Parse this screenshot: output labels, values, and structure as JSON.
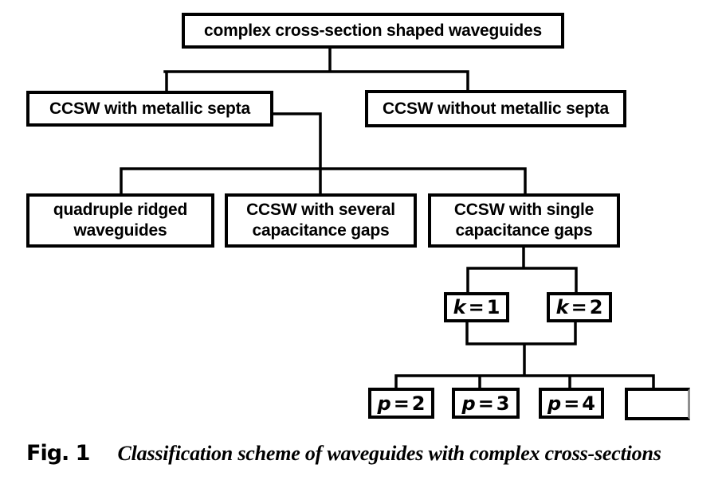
{
  "figure": {
    "title": "Classification scheme of waveguides with complex cross-sections",
    "nodes": {
      "root": "complex cross-section shaped waveguides",
      "with_septa": "CCSW with metallic septa",
      "without_septa": "CCSW without metallic septa",
      "quadruple": "quadruple ridged\nwaveguides",
      "several": "CCSW with several\ncapacitance gaps",
      "single": "CCSW with single\ncapacitance gaps",
      "k1": {
        "variable": "k",
        "equals": "=",
        "value": "1"
      },
      "k2": {
        "variable": "k",
        "equals": "=",
        "value": "2"
      },
      "p2": {
        "variable": "p",
        "equals": "=",
        "value": "2"
      },
      "p3": {
        "variable": "p",
        "equals": "=",
        "value": "3"
      },
      "p4": {
        "variable": "p",
        "equals": "=",
        "value": "4"
      },
      "empty": ""
    },
    "caption": {
      "label": "Fig. 1",
      "text": "Classification scheme of waveguides with complex cross-sections"
    },
    "colors": {
      "line": "#000000",
      "background": "#ffffff",
      "empty_box_right_border": "#8f8f8f"
    }
  }
}
